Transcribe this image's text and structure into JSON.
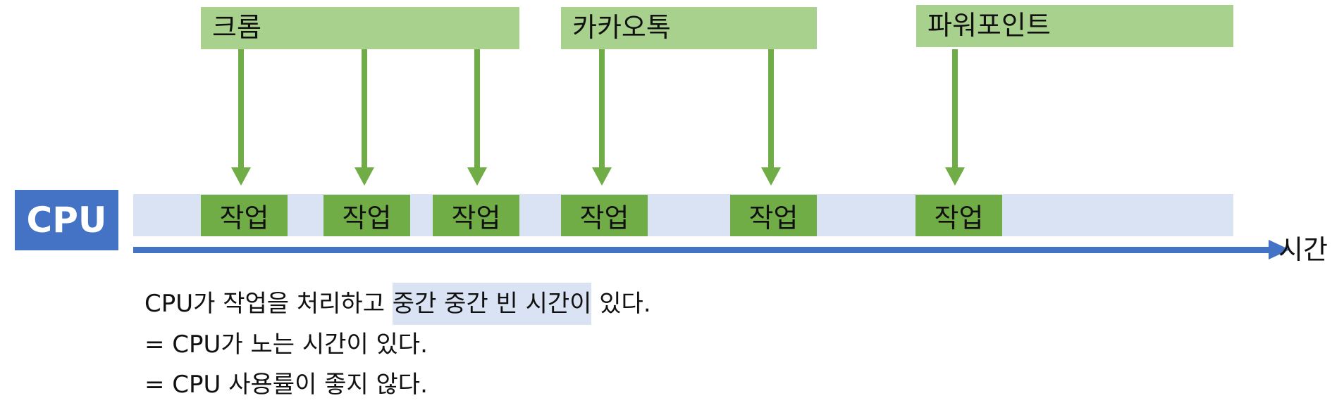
{
  "apps": [
    {
      "id": "chrome",
      "label": "크롬"
    },
    {
      "id": "kakaotalk",
      "label": "카카오톡"
    },
    {
      "id": "powerpoint",
      "label": "파워포인트"
    }
  ],
  "cpu_label": "CPU",
  "task_label": "작업",
  "axis_label": "시간",
  "notes": {
    "line1_pre": "CPU가 작업을 처리하고 ",
    "line1_highlight": "중간 중간 빈 시간이",
    "line1_post": " 있다.",
    "line2": "= CPU가 노는 시간이 있다.",
    "line3": "= CPU 사용률이 좋지 않다."
  },
  "colors": {
    "cpu": "#4472c4",
    "app_box": "#a9d18e",
    "task": "#70ad47",
    "track": "#dae3f3"
  }
}
